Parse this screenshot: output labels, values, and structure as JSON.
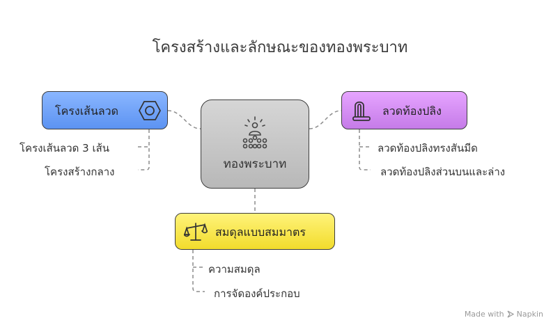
{
  "title": "โครงสร้างและลักษณะของทองพระบาท",
  "center": {
    "label": "ทองพระบาท",
    "icon": "meditating-figure-icon"
  },
  "branches": {
    "left": {
      "label": "โครงเส้นลวด",
      "icon": "hexagon-nut-icon",
      "color": "#6fa3f7",
      "items": [
        "โครงเส้นลวด 3 เส้น",
        "โครงสร้างกลาง"
      ]
    },
    "right": {
      "label": "ลวดท้องปลิง",
      "icon": "horseshoe-clip-icon",
      "color": "#d88ef5",
      "items": [
        "ลวดท้องปลิงทรงสันมีด",
        "ลวดท้องปลิงส่วนบนและล่าง"
      ]
    },
    "bottom": {
      "label": "สมดุลแบบสมมาตร",
      "icon": "balance-scale-icon",
      "color": "#f8e84a",
      "items": [
        "ความสมดุล",
        "การจัดองค์ประกอบ"
      ]
    }
  },
  "footer": {
    "made_with": "Made with",
    "brand": "Napkin"
  }
}
